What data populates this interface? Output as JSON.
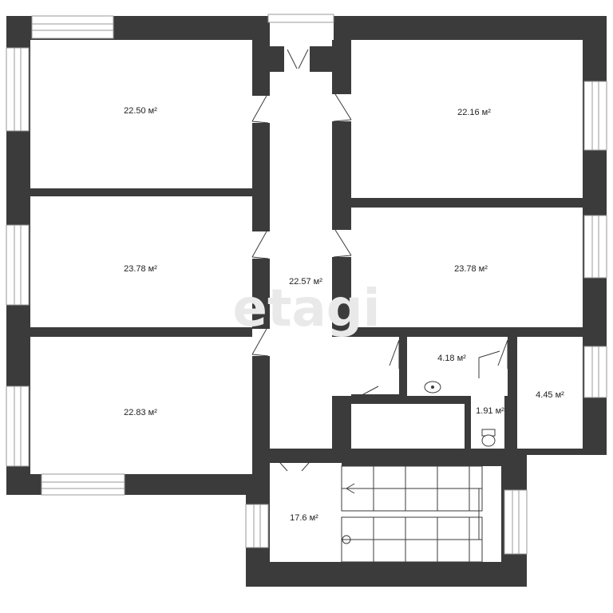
{
  "watermark": "etagi",
  "rooms": [
    {
      "id": "room-top-left",
      "area": "22.50 м²"
    },
    {
      "id": "room-mid-left",
      "area": "23.78 м²"
    },
    {
      "id": "room-bottom-left",
      "area": "22.83 м²"
    },
    {
      "id": "corridor",
      "area": "22.57 м²"
    },
    {
      "id": "room-top-right",
      "area": "22.16 м²"
    },
    {
      "id": "room-mid-right",
      "area": "23.78 м²"
    },
    {
      "id": "washroom",
      "area": "4.18 м²"
    },
    {
      "id": "wc",
      "area": "1.91 м²"
    },
    {
      "id": "small-room",
      "area": "4.45 м²"
    },
    {
      "id": "stair-hall",
      "area": "17.6 м²"
    }
  ]
}
